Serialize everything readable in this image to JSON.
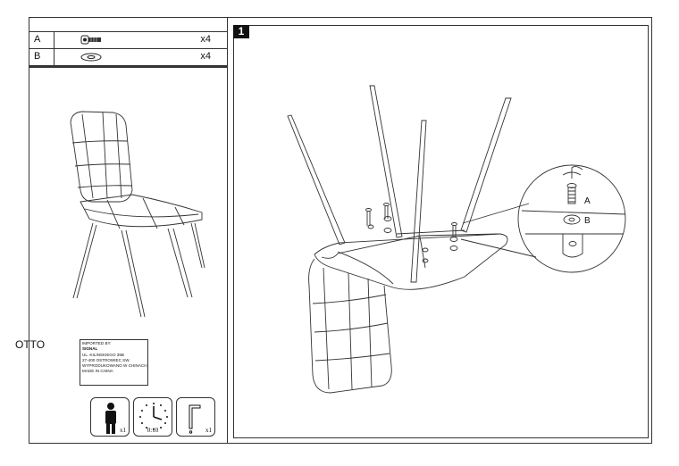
{
  "parts": [
    {
      "letter": "A",
      "icon": "bolt-icon",
      "qty": "x4"
    },
    {
      "letter": "B",
      "icon": "washer-icon",
      "qty": "x4"
    }
  ],
  "product_name": "OTTO",
  "importer": {
    "lines": [
      "IMPORTED BY:",
      "SIGNAL",
      "UL. KILINSKIEGO 35B",
      "27-400 OSTROWIEC SW.",
      "WYPRODUKOWANO W CHINACH",
      "MADE IN CHINA"
    ]
  },
  "badges": {
    "persons": "x1",
    "time": "0:10",
    "tools": "x1"
  },
  "step": {
    "number": "1",
    "callout_a": "A",
    "callout_b": "B"
  }
}
